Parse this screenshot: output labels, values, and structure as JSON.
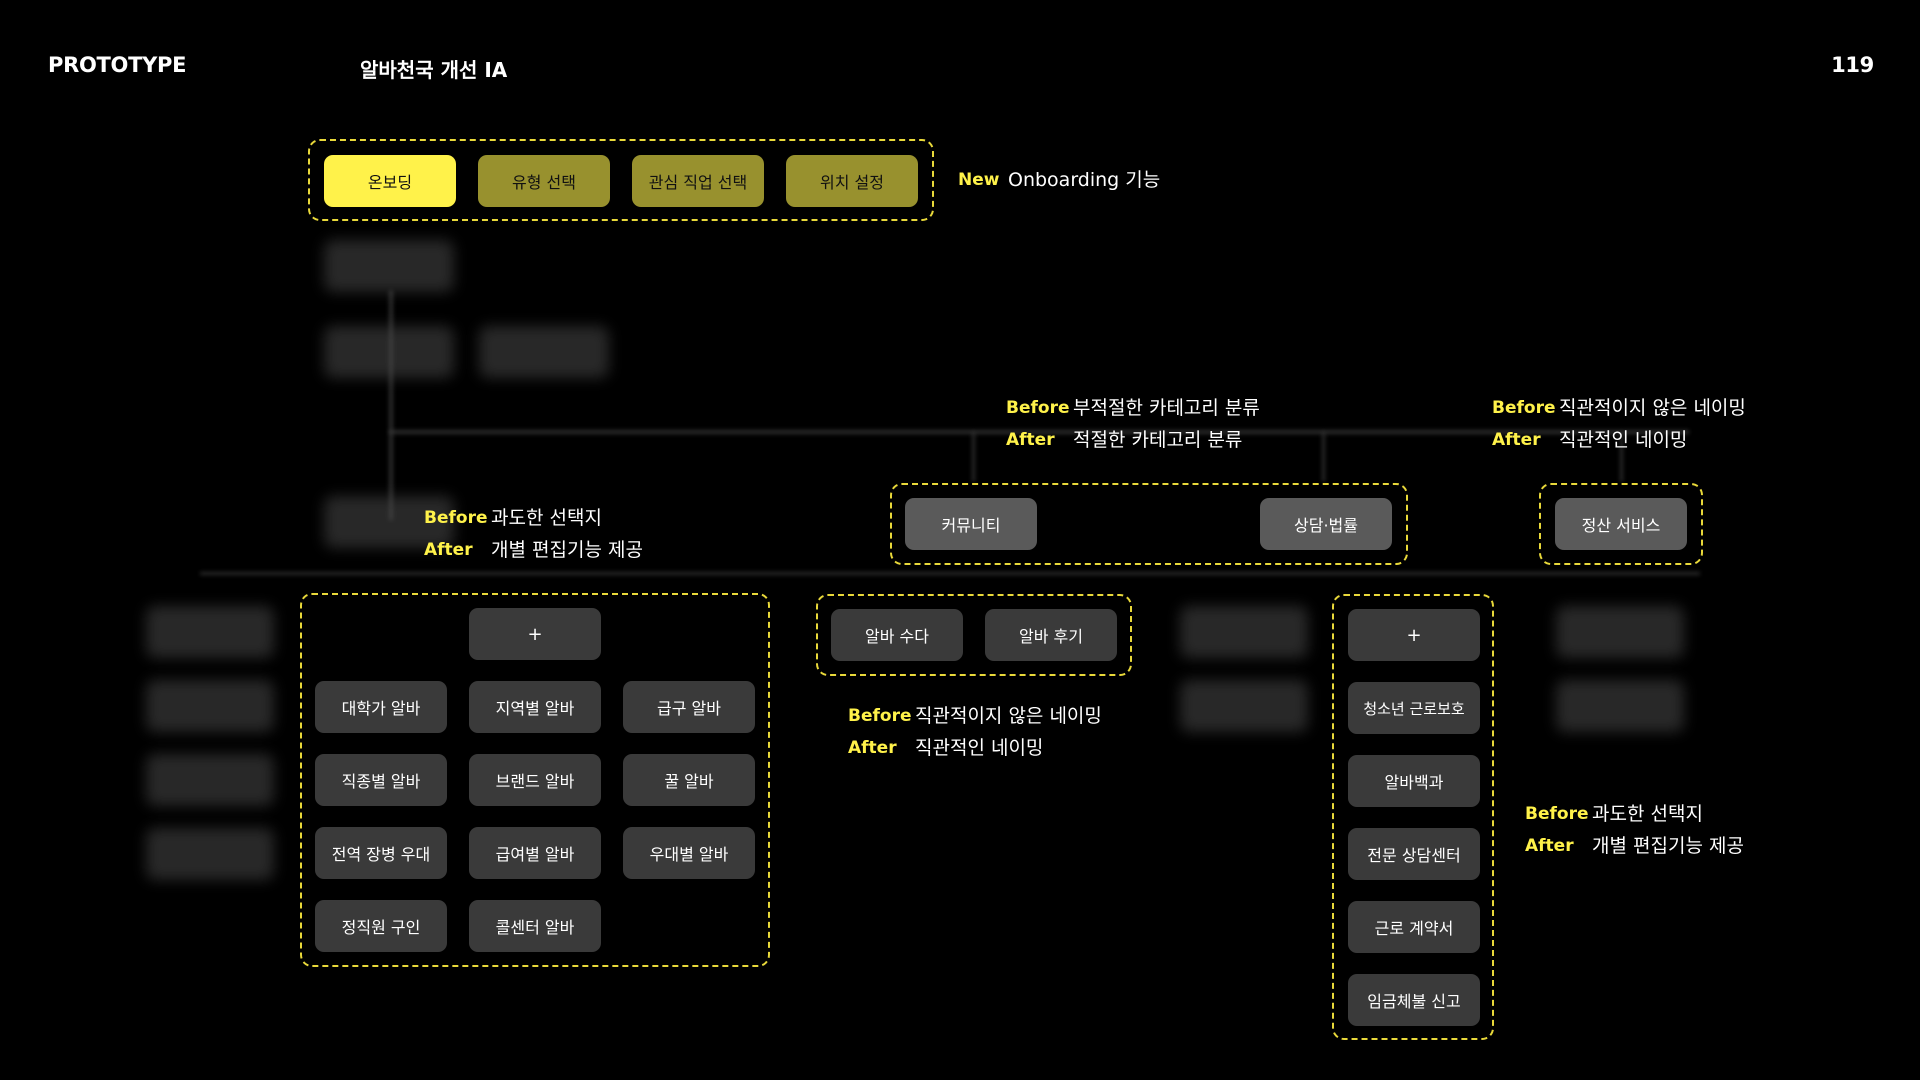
{
  "header": {
    "brand": "PROTOTYPE",
    "title": "알바천국 개선 IA",
    "page_number": "119"
  },
  "onboarding": {
    "nodes": [
      "온보딩",
      "유형 선택",
      "관심 직업 선택",
      "위치 설정"
    ],
    "tag": "New",
    "note": "Onboarding 기능"
  },
  "annotations": {
    "left": {
      "before_label": "Before",
      "before": "과도한 선택지",
      "after_label": "After",
      "after": "개별 편집기능 제공"
    },
    "community": {
      "before_label": "Before",
      "before": "부적절한 카테고리 분류",
      "after_label": "After",
      "after": "적절한 카테고리 분류"
    },
    "payment": {
      "before_label": "Before",
      "before": "직관적이지 않은 네이밍",
      "after_label": "After",
      "after": "직관적인 네이밍"
    },
    "alba_sub": {
      "before_label": "Before",
      "before": "직관적이지 않은 네이밍",
      "after_label": "After",
      "after": "직관적인 네이밍"
    },
    "consult": {
      "before_label": "Before",
      "before": "과도한 선택지",
      "after_label": "After",
      "after": "개별 편집기능 제공"
    }
  },
  "community_nodes": [
    "커뮤니티",
    "상담·법률"
  ],
  "payment_node": "정산 서비스",
  "alba_sub_nodes": [
    "알바 수다",
    "알바 후기"
  ],
  "category_grid": {
    "add": "+",
    "items": [
      "대학가 알바",
      "지역별 알바",
      "급구 알바",
      "직종별 알바",
      "브랜드 알바",
      "꿀 알바",
      "전역 장병 우대",
      "급여별 알바",
      "우대별 알바",
      "정직원 구인",
      "콜센터 알바"
    ]
  },
  "consult_list": {
    "add": "+",
    "items": [
      "청소년 근로보호",
      "알바백과",
      "전문 상담센터",
      "근로 계약서",
      "임금체불 신고"
    ]
  }
}
